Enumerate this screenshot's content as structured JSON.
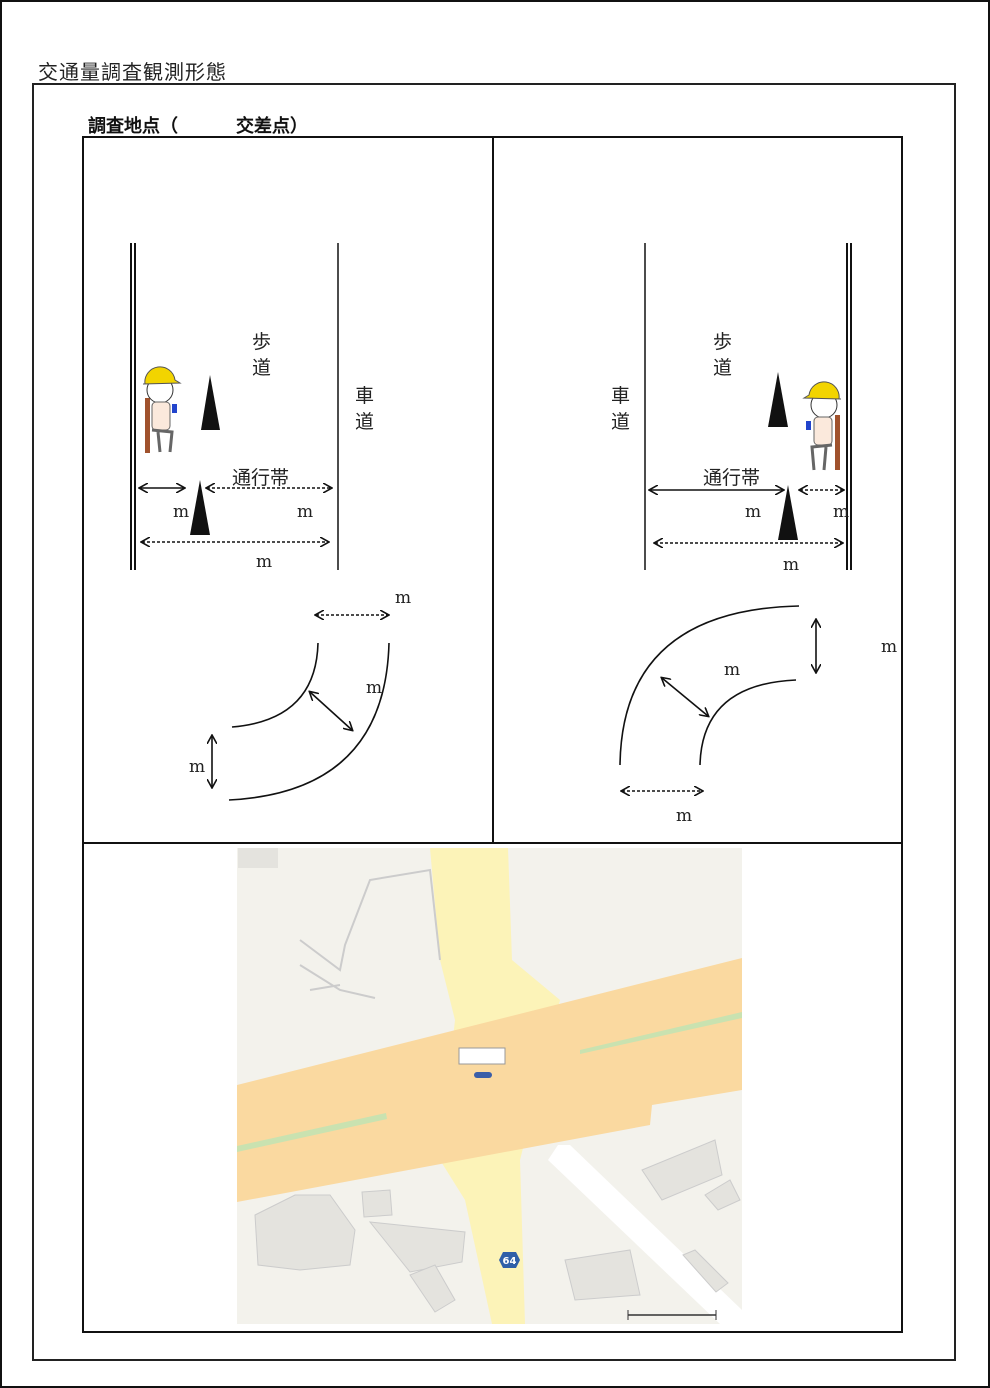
{
  "document": {
    "title": "交通量調査観測形態",
    "header": {
      "label": "調査地点（",
      "location_name": "",
      "suffix": "交差点）"
    }
  },
  "diagram_left": {
    "sidewalk": [
      "歩",
      "道"
    ],
    "roadway": [
      "車",
      "道"
    ],
    "passage_zone": "通行帯",
    "unit": "m"
  },
  "diagram_right": {
    "sidewalk": [
      "歩",
      "道"
    ],
    "roadway": [
      "車",
      "道"
    ],
    "passage_zone": "通行帯",
    "unit": "m"
  },
  "map": {
    "route_number": "64",
    "colors": {
      "main_road": "#fad9a0",
      "side_road": "#fcf3b8",
      "median": "#c9e2b0",
      "land": "#f3f2ec",
      "building": "#e4e3de",
      "route_badge": "#2f5fa8"
    }
  },
  "colors": {
    "helmet": "#f2d400",
    "cone": "#111111",
    "line": "#222222"
  }
}
